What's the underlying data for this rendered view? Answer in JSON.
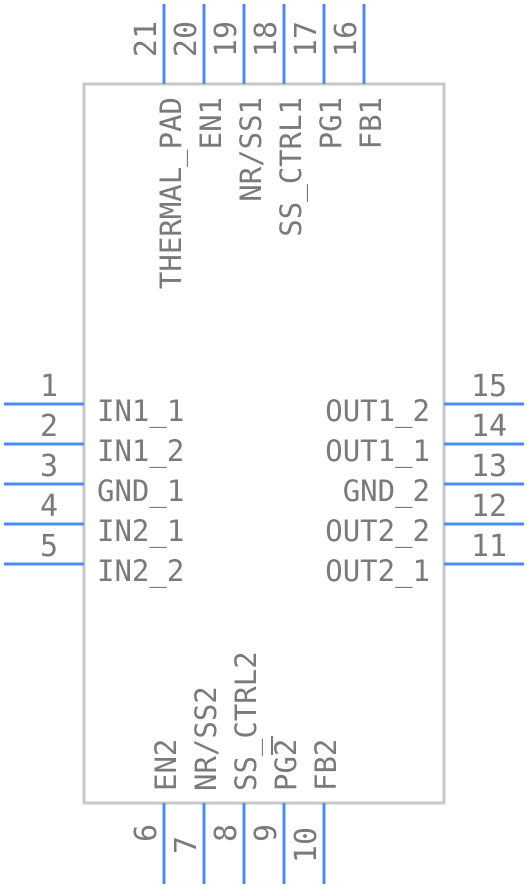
{
  "colors": {
    "pin": "#4a8cf0",
    "body_stroke": "#c8c8c8",
    "text": "#7a7a7a",
    "background": "#ffffff"
  },
  "left_pins": [
    {
      "number": "1",
      "name": "IN1_1"
    },
    {
      "number": "2",
      "name": "IN1_2"
    },
    {
      "number": "3",
      "name": "GND_1"
    },
    {
      "number": "4",
      "name": "IN2_1"
    },
    {
      "number": "5",
      "name": "IN2_2"
    }
  ],
  "right_pins": [
    {
      "number": "15",
      "name": "OUT1_2"
    },
    {
      "number": "14",
      "name": "OUT1_1"
    },
    {
      "number": "13",
      "name": "GND_2"
    },
    {
      "number": "12",
      "name": "OUT2_2"
    },
    {
      "number": "11",
      "name": "OUT2_1"
    }
  ],
  "top_pins": [
    {
      "number": "21",
      "name": "THERMAL_PAD"
    },
    {
      "number": "20",
      "name": "EN1"
    },
    {
      "number": "19",
      "name": "NR/SS1"
    },
    {
      "number": "18",
      "name": "SS_CTRL1"
    },
    {
      "number": "17",
      "name": "PG1"
    },
    {
      "number": "16",
      "name": "FB1"
    }
  ],
  "bottom_pins": [
    {
      "number": "6",
      "name": "EN2"
    },
    {
      "number": "7",
      "name": "NR/SS2"
    },
    {
      "number": "8",
      "name": "SS_CTRL2"
    },
    {
      "number": "9",
      "name": "PG2"
    },
    {
      "number": "10",
      "name": "FB2"
    }
  ]
}
